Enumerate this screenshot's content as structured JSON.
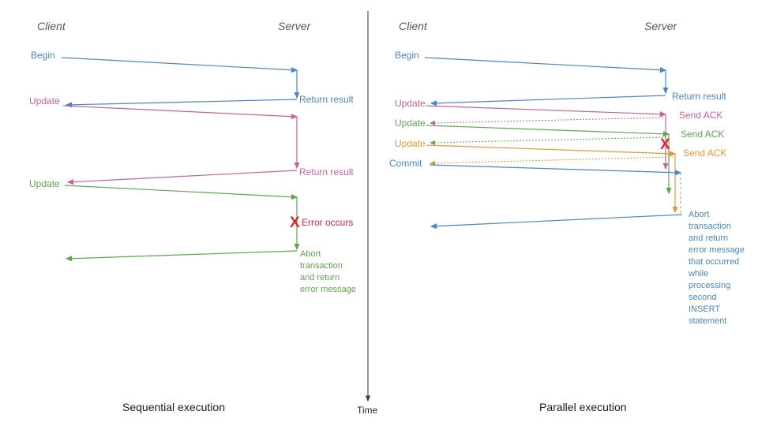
{
  "colors": {
    "blue": "#4a86c8",
    "pink": "#c4649a",
    "green": "#5da84e",
    "orange": "#e8982e",
    "red": "#e8202a",
    "gray": "#595959",
    "black": "#1a1a1a",
    "axis": "#3f3f3f",
    "blue_dotted": "#8fb8e0"
  },
  "time_axis": {
    "label": "Time"
  },
  "left_panel": {
    "caption": "Sequential execution",
    "client_lane": "Client",
    "server_lane": "Server",
    "messages": [
      {
        "label": "Begin",
        "color": "blue",
        "direction": "to-server"
      },
      {
        "label": "Return result",
        "color": "blue",
        "direction": "to-client"
      },
      {
        "label": "Update",
        "color": "pink",
        "direction": "to-server"
      },
      {
        "label": "Return result",
        "color": "pink",
        "direction": "to-client"
      },
      {
        "label": "Update",
        "color": "green",
        "direction": "to-server"
      }
    ],
    "error": {
      "marker": "X",
      "label": "Error occurs"
    },
    "abort_note": [
      "Abort",
      "transaction",
      "and return",
      "error message"
    ]
  },
  "right_panel": {
    "caption": "Parallel execution",
    "client_lane": "Client",
    "server_lane": "Server",
    "messages": [
      {
        "label": "Begin",
        "color": "blue",
        "direction": "to-server"
      },
      {
        "label": "Return result",
        "color": "blue",
        "direction": "to-client"
      },
      {
        "label": "Update",
        "color": "pink",
        "direction": "to-server"
      },
      {
        "label": "Send ACK",
        "color": "pink",
        "direction": "to-client"
      },
      {
        "label": "Update",
        "color": "green",
        "direction": "to-server"
      },
      {
        "label": "Send ACK",
        "color": "green",
        "direction": "to-client"
      },
      {
        "label": "Update",
        "color": "orange",
        "direction": "to-server"
      },
      {
        "label": "Send ACK",
        "color": "orange",
        "direction": "to-client"
      },
      {
        "label": "Commit",
        "color": "blue",
        "direction": "to-server"
      }
    ],
    "error": {
      "marker": "X"
    },
    "abort_note": [
      "Abort",
      "transaction",
      "and return",
      "error message",
      "that occurred",
      "while",
      "processing",
      "second",
      "INSERT",
      "statement"
    ]
  }
}
